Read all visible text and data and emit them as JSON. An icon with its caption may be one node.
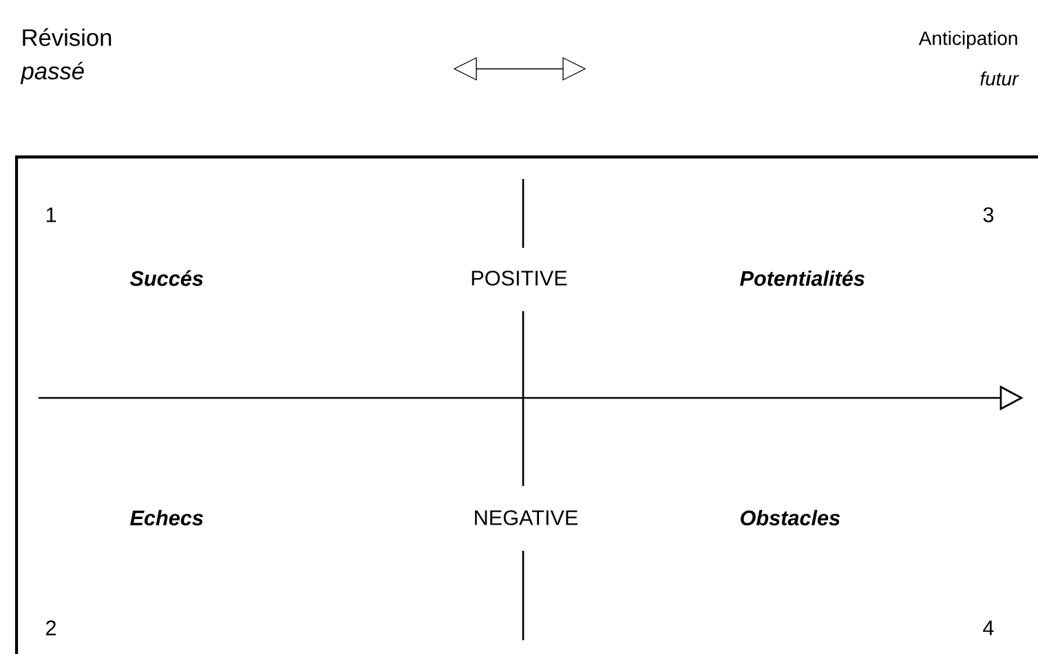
{
  "diagram": {
    "labels": [
      "Révision",
      "passé",
      "Anticipation",
      "futur",
      "1",
      "3",
      "Succés",
      "POSITIVE",
      "Potentialités",
      "Echecs",
      "NEGATIVE",
      "Obstacles",
      "2",
      "4"
    ]
  }
}
